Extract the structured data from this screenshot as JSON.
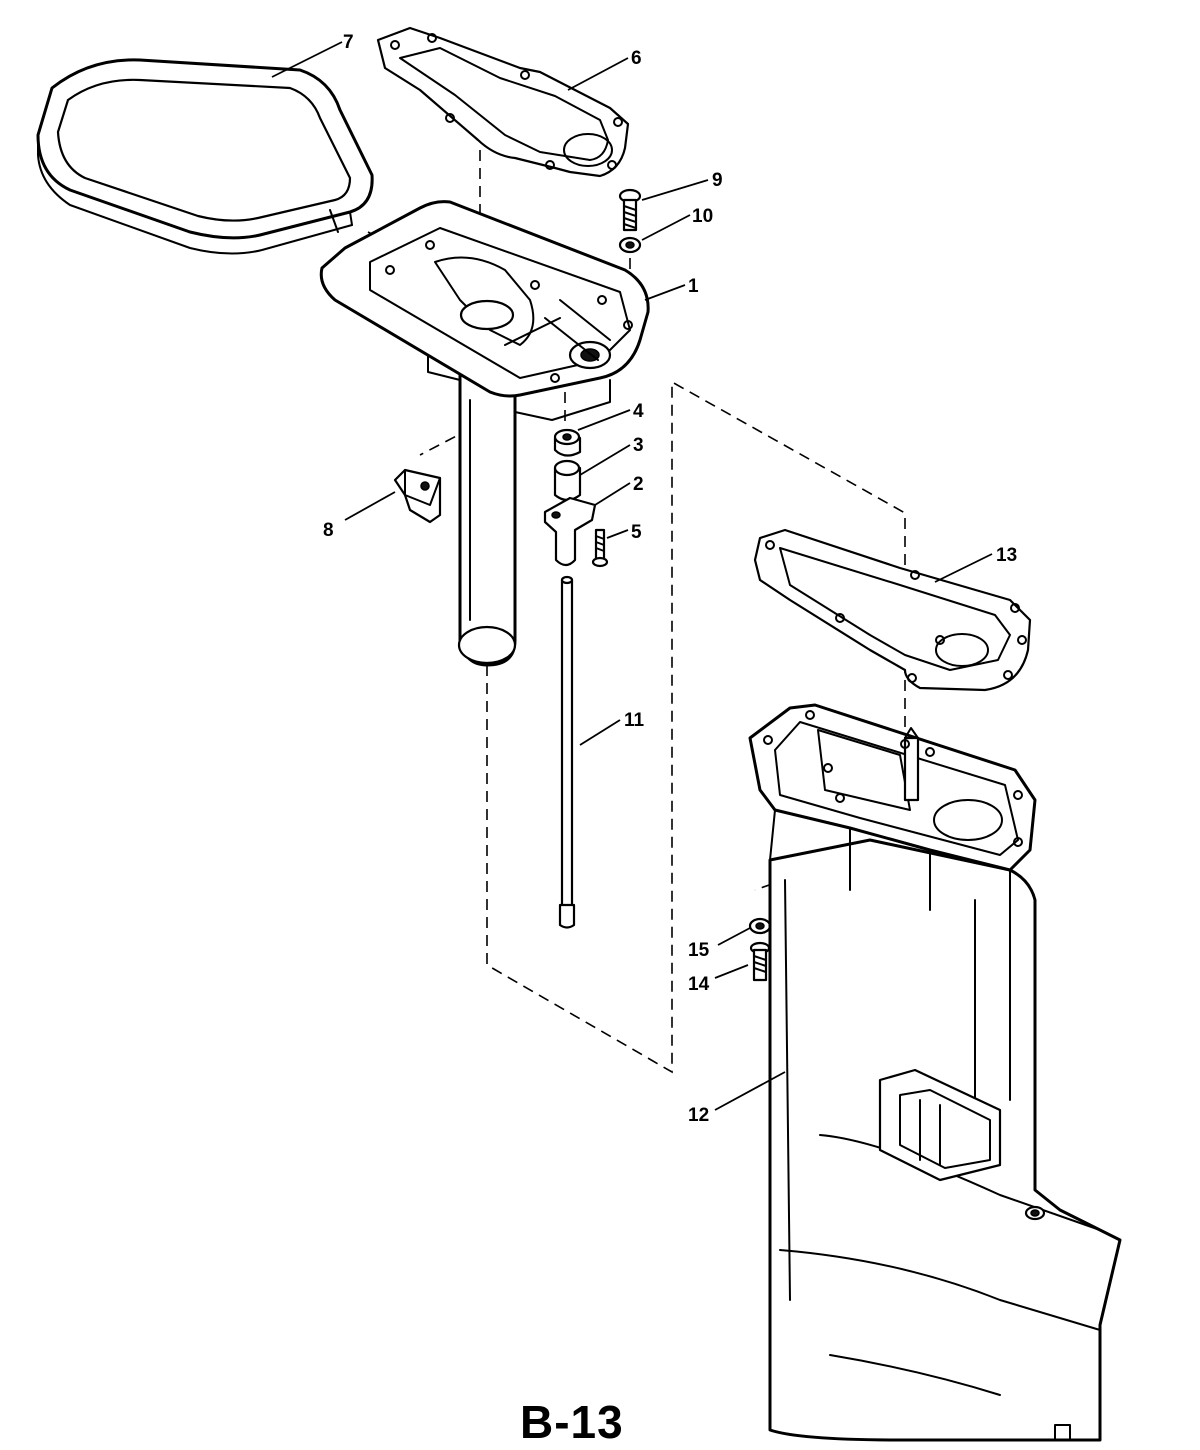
{
  "diagram": {
    "page_code": "B-13",
    "callouts": [
      {
        "id": "1",
        "text": "1"
      },
      {
        "id": "2",
        "text": "2"
      },
      {
        "id": "3",
        "text": "3"
      },
      {
        "id": "4",
        "text": "4"
      },
      {
        "id": "5",
        "text": "5"
      },
      {
        "id": "6",
        "text": "6"
      },
      {
        "id": "7",
        "text": "7"
      },
      {
        "id": "8",
        "text": "8"
      },
      {
        "id": "9",
        "text": "9"
      },
      {
        "id": "10",
        "text": "10"
      },
      {
        "id": "11",
        "text": "11"
      },
      {
        "id": "12",
        "text": "12"
      },
      {
        "id": "13",
        "text": "13"
      },
      {
        "id": "14",
        "text": "14"
      },
      {
        "id": "15",
        "text": "15"
      }
    ]
  }
}
